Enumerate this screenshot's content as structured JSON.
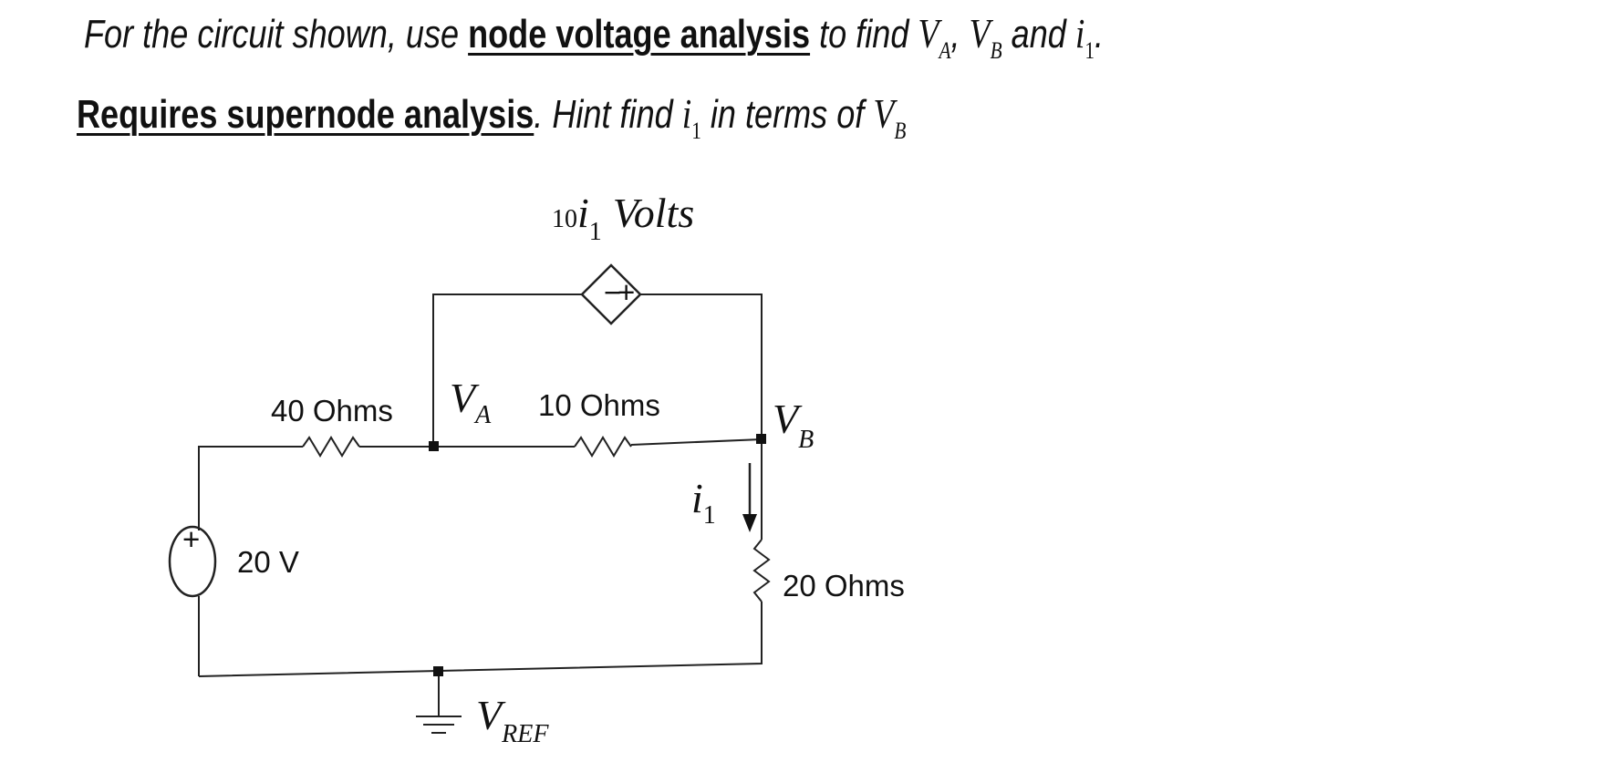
{
  "problem": {
    "line1": {
      "prefix": "For the circuit shown, use ",
      "emphasis": "node voltage analysis",
      "suffix": " to find ",
      "var_a": "V",
      "var_a_sub": "A",
      "comma": ", ",
      "var_b": "V",
      "var_b_sub": "B",
      "and": " and ",
      "var_i": "i",
      "var_i_sub": "1",
      "end": "."
    },
    "line2": {
      "emphasis": "Requires supernode analysis",
      "mid": ".  Hint find ",
      "var_i": "i",
      "var_i_sub": "1",
      "mid2": " in terms of ",
      "var_b": "V",
      "var_b_sub": "B"
    }
  },
  "circuit": {
    "dependent_source": {
      "coef": "10",
      "var": "i",
      "var_sub": "1",
      "unit": "Volts",
      "minus_sign": "−",
      "plus_sign": "+"
    },
    "resistor_40": "40 Ohms",
    "resistor_10": "10 Ohms",
    "resistor_20": "20 Ohms",
    "source_20": "20 V",
    "source_plus": "+",
    "node_a": {
      "name": "V",
      "sub": "A"
    },
    "node_b": {
      "name": "V",
      "sub": "B"
    },
    "node_ref": {
      "name": "V",
      "sub": "REF"
    },
    "current": {
      "name": "i",
      "sub": "1"
    }
  }
}
